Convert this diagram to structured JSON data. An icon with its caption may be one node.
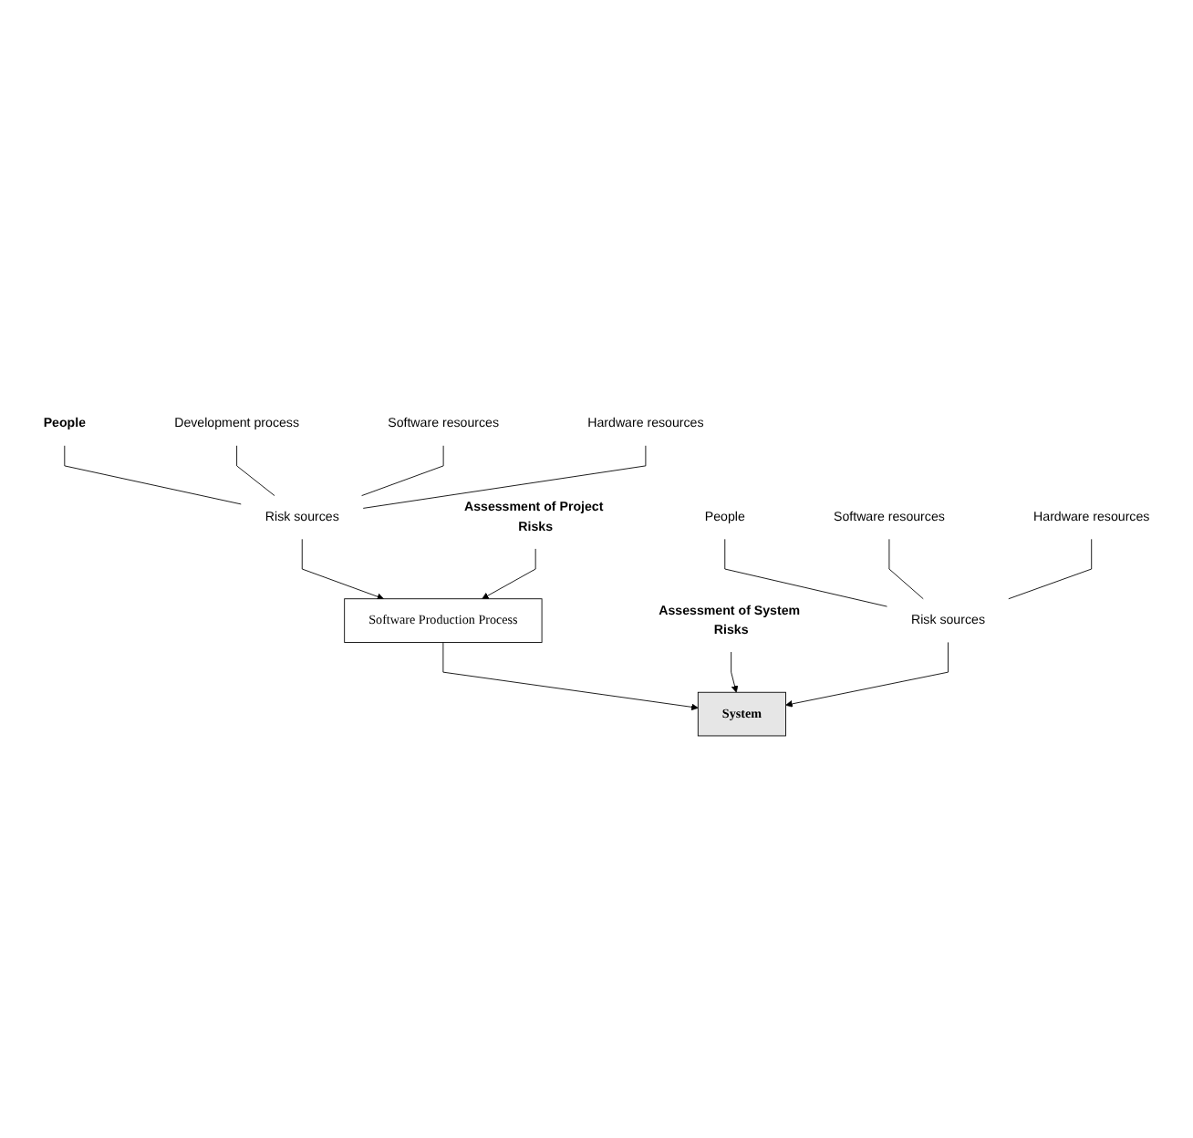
{
  "diagram": {
    "nodes": [
      {
        "text": [
          "People"
        ]
      },
      {
        "text": [
          "Development process"
        ]
      },
      {
        "text": [
          "Software resources"
        ]
      },
      {
        "text": [
          "Hardware resources"
        ]
      },
      {
        "text": [
          "Risk sources"
        ]
      },
      {
        "text": [
          "Assessment of Project Risks"
        ]
      },
      {
        "text": [
          "Software Production Process"
        ]
      },
      {
        "text": [
          "Assessment of System Risks"
        ]
      },
      {
        "text": [
          "System"
        ]
      },
      {
        "text": [
          "Risk sources"
        ]
      },
      {
        "text": [
          "People"
        ]
      },
      {
        "text": [
          "Software resources"
        ]
      },
      {
        "text": [
          "Hardware resources"
        ]
      }
    ],
    "edges": [
      {
        "from": 0,
        "to": 4,
        "arrow": "none"
      },
      {
        "from": 1,
        "to": 4,
        "arrow": "none"
      },
      {
        "from": 2,
        "to": 4,
        "arrow": "none"
      },
      {
        "from": 3,
        "to": 4,
        "arrow": "none"
      },
      {
        "from": 4,
        "to": 6,
        "arrow": "to"
      },
      {
        "from": 5,
        "to": 6,
        "arrow": "to"
      },
      {
        "from": 6,
        "to": 8,
        "arrow": "to"
      },
      {
        "from": 7,
        "to": 8,
        "arrow": "to"
      },
      {
        "from": 9,
        "to": 8,
        "arrow": "to"
      },
      {
        "from": 10,
        "to": 9,
        "arrow": "none"
      },
      {
        "from": 11,
        "to": 9,
        "arrow": "none"
      },
      {
        "from": 12,
        "to": 9,
        "arrow": "none"
      }
    ]
  }
}
